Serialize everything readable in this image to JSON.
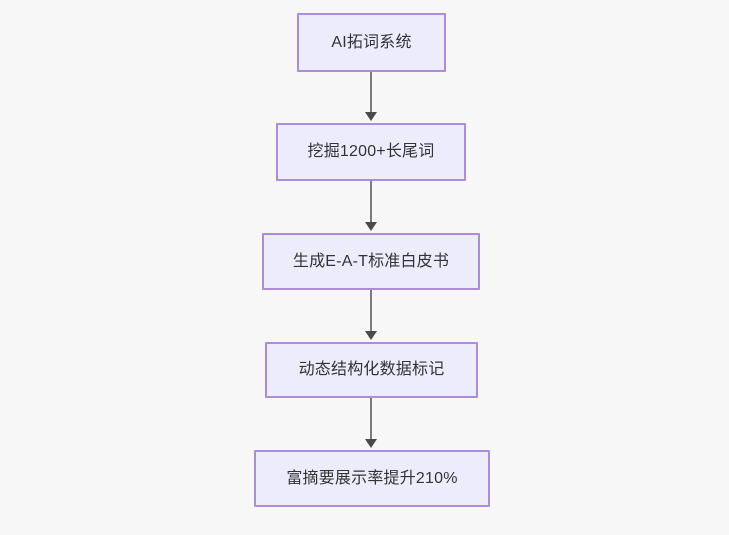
{
  "diagram": {
    "type": "flowchart",
    "direction": "top-to-bottom",
    "background_color": "#f7f7f8",
    "node_fill_color": "#ececfd",
    "node_border_color": "#ab8ddb",
    "node_text_color": "#333333",
    "edge_color": "#7b7b7b",
    "arrowhead_color": "#4a4a4a",
    "nodes": [
      {
        "id": "n1",
        "label": "AI拓词系统"
      },
      {
        "id": "n2",
        "label": "挖掘1200+长尾词"
      },
      {
        "id": "n3",
        "label": "生成E-A-T标准白皮书"
      },
      {
        "id": "n4",
        "label": "动态结构化数据标记"
      },
      {
        "id": "n5",
        "label": "富摘要展示率提升210%"
      }
    ],
    "edges": [
      {
        "from": "n1",
        "to": "n2"
      },
      {
        "from": "n2",
        "to": "n3"
      },
      {
        "from": "n3",
        "to": "n4"
      },
      {
        "from": "n4",
        "to": "n5"
      }
    ]
  }
}
